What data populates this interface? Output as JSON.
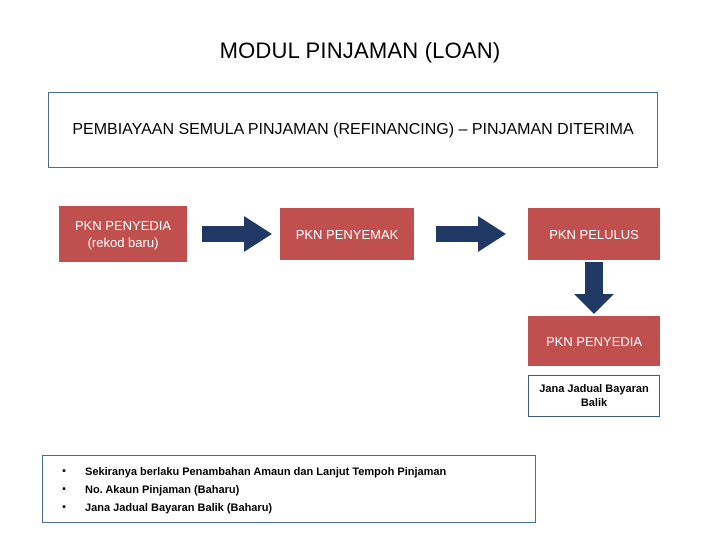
{
  "page": {
    "title": "MODUL PINJAMAN (LOAN)",
    "subtitle": "PEMBIAYAAN SEMULA PINJAMAN (REFINANCING) – PINJAMAN DITERIMA"
  },
  "flow": {
    "boxes": [
      {
        "label": "PKN PENYEDIA\n(rekod baru)",
        "line1": "PKN PENYEDIA",
        "line2": "(rekod baru)"
      },
      {
        "label": "PKN PENYEMAK"
      },
      {
        "label": "PKN PELULUS"
      },
      {
        "label": "PKN PENYEDIA"
      }
    ],
    "note_box": {
      "line1": "Jana Jadual Bayaran",
      "line2": "Balik"
    },
    "arrows": [
      {
        "name": "arrow-right-1",
        "direction": "right"
      },
      {
        "name": "arrow-right-2",
        "direction": "right"
      },
      {
        "name": "arrow-down-1",
        "direction": "down"
      }
    ]
  },
  "notes": {
    "bullet_char": "•",
    "items": [
      "Sekiranya berlaku Penambahan Amaun dan Lanjut Tempoh Pinjaman",
      "No. Akaun Pinjaman (Baharu)",
      "Jana Jadual Bayaran Balik (Baharu)"
    ]
  },
  "colors": {
    "box_fill": "#c0504d",
    "box_border": "#4a6d8c",
    "arrow_fill": "#1f3864",
    "text_on_box": "#ffffff"
  }
}
